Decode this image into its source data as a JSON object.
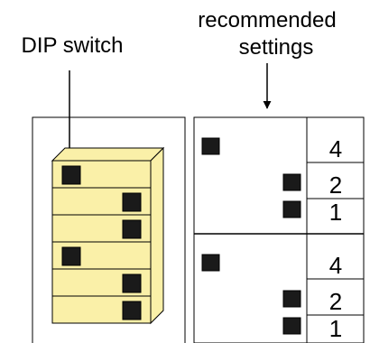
{
  "labels": {
    "dip_switch": "DIP switch",
    "recommended_line1": "recommended",
    "recommended_line2": "settings"
  },
  "colors": {
    "switch_body": "#faf0a8",
    "line": "#000000",
    "knob": "#1a1a1a"
  },
  "dip_switch": {
    "positions": [
      "left",
      "right",
      "right",
      "left",
      "right",
      "right"
    ]
  },
  "settings": [
    {
      "rows": [
        {
          "value": "4",
          "state": "left"
        },
        {
          "value": "2",
          "state": "right"
        },
        {
          "value": "1",
          "state": "right"
        }
      ]
    },
    {
      "rows": [
        {
          "value": "4",
          "state": "left"
        },
        {
          "value": "2",
          "state": "right"
        },
        {
          "value": "1",
          "state": "right"
        }
      ]
    }
  ]
}
